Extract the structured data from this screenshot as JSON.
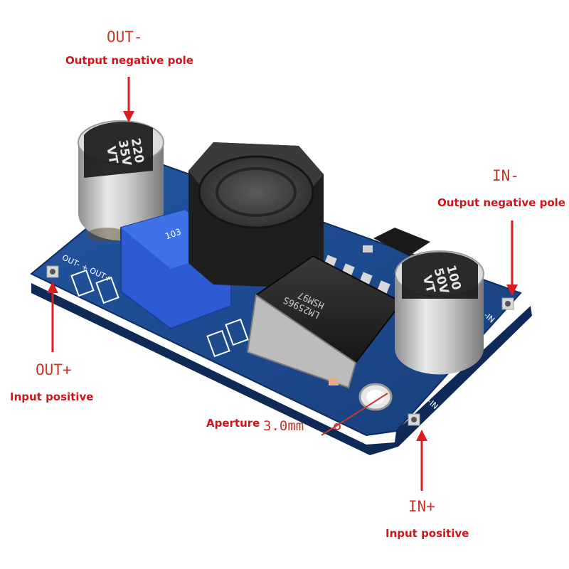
{
  "colors": {
    "label_mono": "#c0392b",
    "label_sans": "#d0141b",
    "pcb": "#1f4a8f",
    "pcb_dark": "#163a72",
    "arrow": "#d81e1e"
  },
  "labels": {
    "out_minus": {
      "pin": "OUT-",
      "desc": "Output negative pole"
    },
    "in_minus": {
      "pin": "IN-",
      "desc": "Output negative pole"
    },
    "out_plus": {
      "pin": "OUT+",
      "desc": "Input positive"
    },
    "in_plus": {
      "pin": "IN+",
      "desc": "Input positive"
    },
    "aperture": {
      "label": "Aperture",
      "value": "3.0mm"
    }
  },
  "board": {
    "cap_out": {
      "line1": "220",
      "line2": "35V",
      "line3": "VT"
    },
    "cap_in": {
      "line1": "100",
      "line2": "50V",
      "line3": "VT"
    },
    "chip": {
      "line1": "LM2596S",
      "line2": "HSM97"
    },
    "pot_marking": "103",
    "silk_out": "OUT-  +  OUT+",
    "silk_in_minus": "-IN",
    "silk_in_plus": "+IN"
  }
}
